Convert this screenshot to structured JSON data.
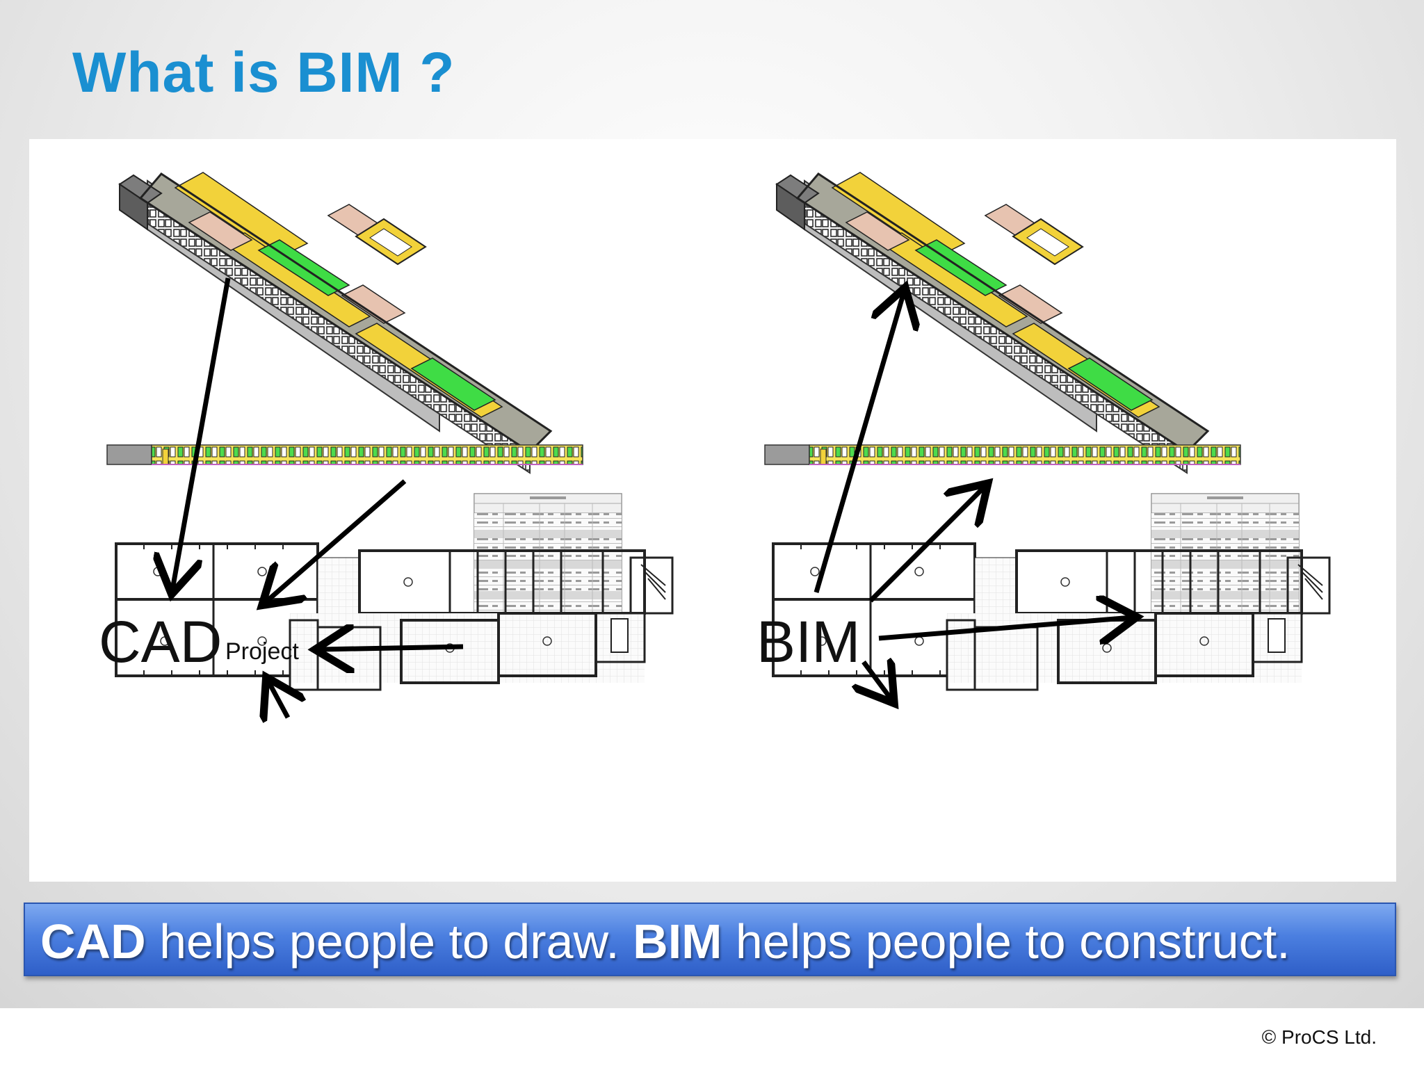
{
  "slide": {
    "title": "What is BIM ?",
    "left_diagram": {
      "hub_label": "CAD",
      "target_label": "Project"
    },
    "right_diagram": {
      "hub_label": "BIM"
    },
    "banner": {
      "part1_bold": "CAD",
      "part2": " helps people to draw. ",
      "part3_bold": "BIM",
      "part4": " helps people to construct."
    },
    "copyright": "© ProCS Ltd."
  },
  "colors": {
    "title": "#1a8fd1",
    "banner_top": "#7ea9f0",
    "banner_bottom": "#2f5fc8",
    "model_yellow": "#f2d23a",
    "model_green": "#3fdc45",
    "model_gray": "#8a8a8a"
  }
}
